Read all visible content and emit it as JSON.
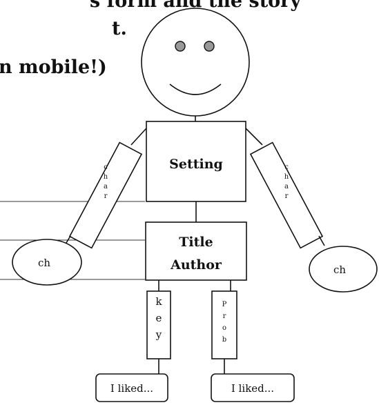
{
  "header": {
    "line1": "s form and the story",
    "line2": "t.",
    "line3": "n mobile!)"
  },
  "head": {
    "eye_color": "#999999"
  },
  "setting": {
    "label": "Setting"
  },
  "title_author": {
    "title": "Title",
    "author": "Author"
  },
  "arms": {
    "left_label": "char",
    "right_label": "char",
    "left_hand": "ch",
    "right_hand": "ch"
  },
  "legs": {
    "left_label": "key",
    "right_label": "Prob"
  },
  "feet": {
    "left": "I liked...",
    "right": "I liked..."
  }
}
